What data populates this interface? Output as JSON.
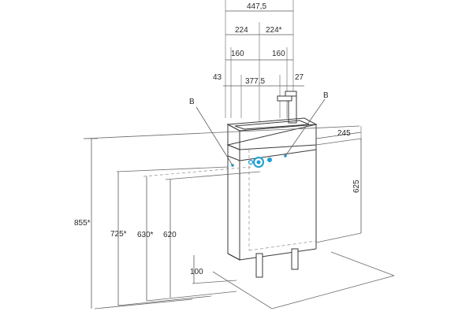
{
  "dimensions": {
    "top_total": "447,5",
    "left_half": "224",
    "right_half": "224*",
    "left_inner": "160",
    "right_inner": "160",
    "left_offset": "43",
    "middle_width": "377,5",
    "right_offset": "27",
    "depth": "245",
    "cabinet_height": "625",
    "total_height": "855*",
    "height_725": "725*",
    "height_630": "630*",
    "height_620": "620",
    "leg_height": "100"
  },
  "labels": {
    "connection_left": "B",
    "connection_right": "B"
  },
  "colors": {
    "accent": "#1e9fd4",
    "lines": "#3a3a3a"
  }
}
